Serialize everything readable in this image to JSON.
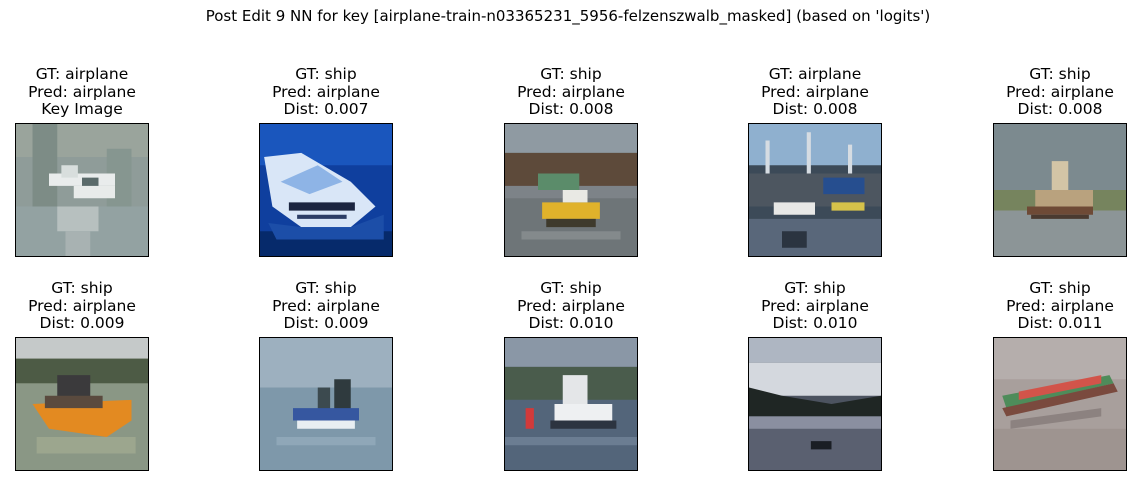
{
  "figure": {
    "title": "Post Edit 9 NN for key [airplane-train-n03365231_5956-felzenszwalb_masked] (based on 'logits')"
  },
  "panels": [
    {
      "gt": "GT: airplane",
      "pred": "Pred: airplane",
      "extra": "Key Image",
      "scene": "airplane-key-icon"
    },
    {
      "gt": "GT: ship",
      "pred": "Pred: airplane",
      "extra": "Dist: 0.007",
      "scene": "speedboat-icon"
    },
    {
      "gt": "GT: ship",
      "pred": "Pred: airplane",
      "extra": "Dist: 0.008",
      "scene": "harbor-boat-icon"
    },
    {
      "gt": "GT: airplane",
      "pred": "Pred: airplane",
      "extra": "Dist: 0.008",
      "scene": "marina-icon"
    },
    {
      "gt": "GT: ship",
      "pred": "Pred: airplane",
      "extra": "Dist: 0.008",
      "scene": "ship-icon"
    },
    {
      "gt": "GT: ship",
      "pred": "Pred: airplane",
      "extra": "Dist: 0.009",
      "scene": "orange-boat-icon"
    },
    {
      "gt": "GT: ship",
      "pred": "Pred: airplane",
      "extra": "Dist: 0.009",
      "scene": "small-boat-icon"
    },
    {
      "gt": "GT: ship",
      "pred": "Pred: airplane",
      "extra": "Dist: 0.010",
      "scene": "tugboat-icon"
    },
    {
      "gt": "GT: ship",
      "pred": "Pred: airplane",
      "extra": "Dist: 0.010",
      "scene": "lake-boat-icon"
    },
    {
      "gt": "GT: ship",
      "pred": "Pred: airplane",
      "extra": "Dist: 0.011",
      "scene": "barge-icon"
    }
  ]
}
